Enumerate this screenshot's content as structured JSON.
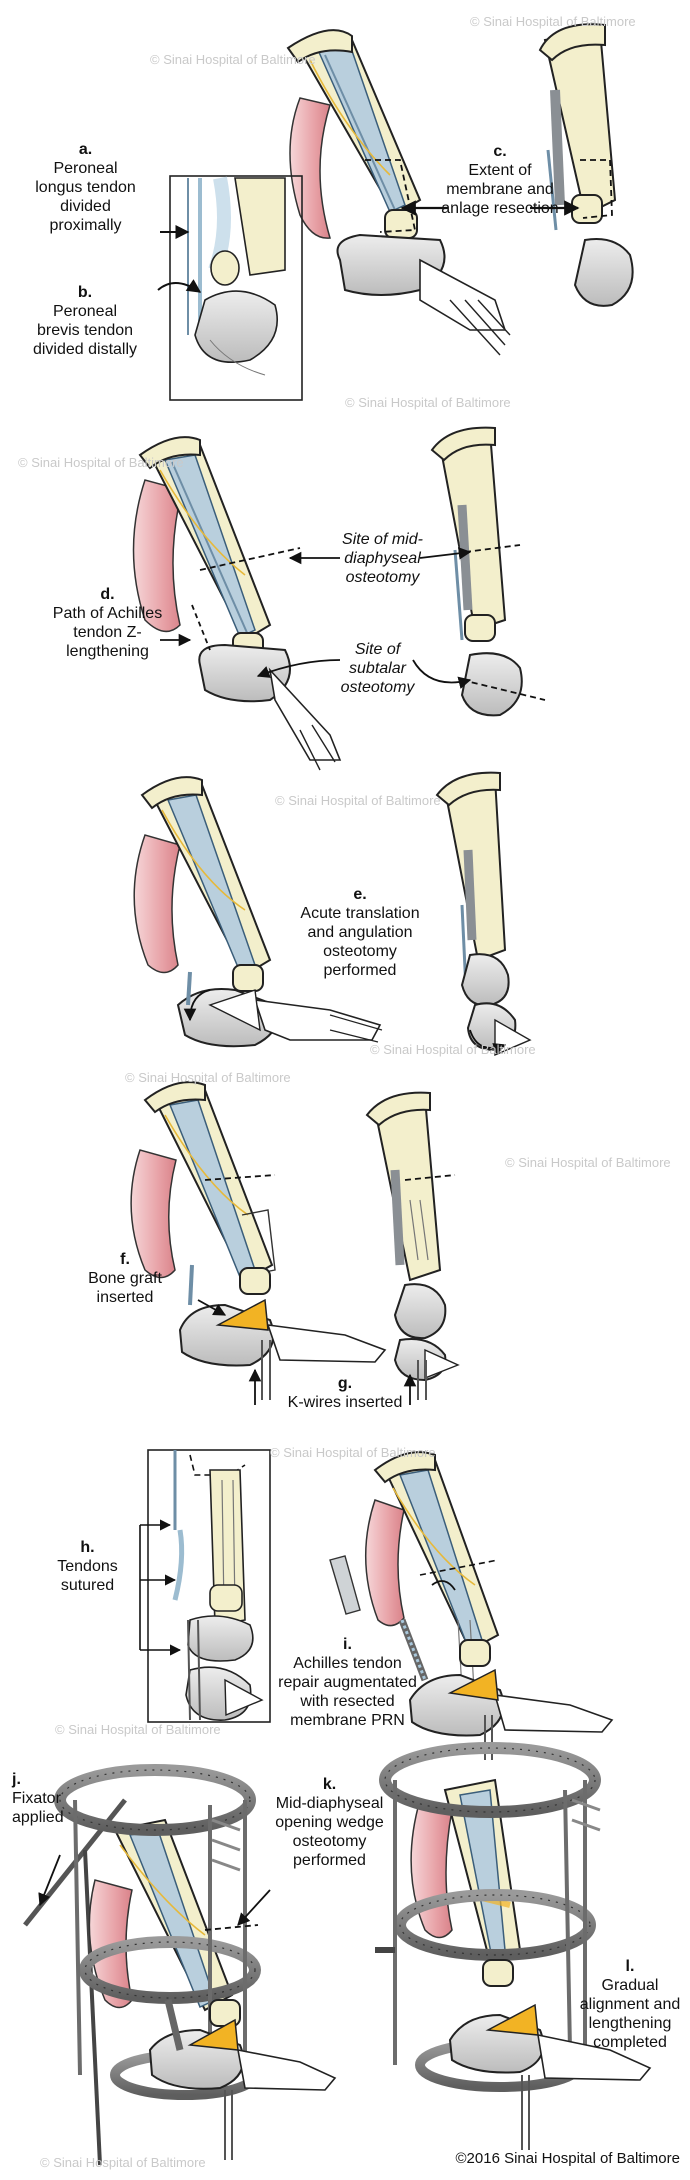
{
  "labels": {
    "a": {
      "key": "a.",
      "text": "Peroneal longus tendon divided proximally"
    },
    "b": {
      "key": "b.",
      "text": "Peroneal brevis tendon divided distally"
    },
    "c": {
      "key": "c.",
      "text": "Extent of membrane and anlage resection"
    },
    "mid_site": {
      "text": "Site of mid-diaphyseal osteotomy"
    },
    "d": {
      "key": "d.",
      "text": "Path of Achilles tendon Z-lengthening"
    },
    "subtalar_site": {
      "text": "Site of subtalar osteotomy"
    },
    "e": {
      "key": "e.",
      "text": "Acute translation and angulation osteotomy performed"
    },
    "f": {
      "key": "f.",
      "text": "Bone graft inserted"
    },
    "g": {
      "key": "g.",
      "text": "K-wires inserted"
    },
    "h": {
      "key": "h.",
      "text": "Tendons sutured"
    },
    "i": {
      "key": "i.",
      "text": "Achilles tendon repair augmentated with resected membrane PRN"
    },
    "j": {
      "key": "j.",
      "text": "Fixator applied"
    },
    "k": {
      "key": "k.",
      "text": "Mid-diaphyseal opening wedge osteotomy performed"
    },
    "l": {
      "key": "l.",
      "text": "Gradual alignment and lengthening completed"
    }
  },
  "watermark": "© Sinai Hospital of Baltimore",
  "copyright": "©2016 Sinai Hospital of Baltimore",
  "colors": {
    "bone": "#f3efcc",
    "bone_outline": "#222222",
    "muscle": "#e8a6ab",
    "tendon": "#a9c8dc",
    "membrane": "#8a8f94",
    "graft": "#f2b324",
    "heel": "#dcdcdc",
    "fixator": "#7d7d7d"
  }
}
